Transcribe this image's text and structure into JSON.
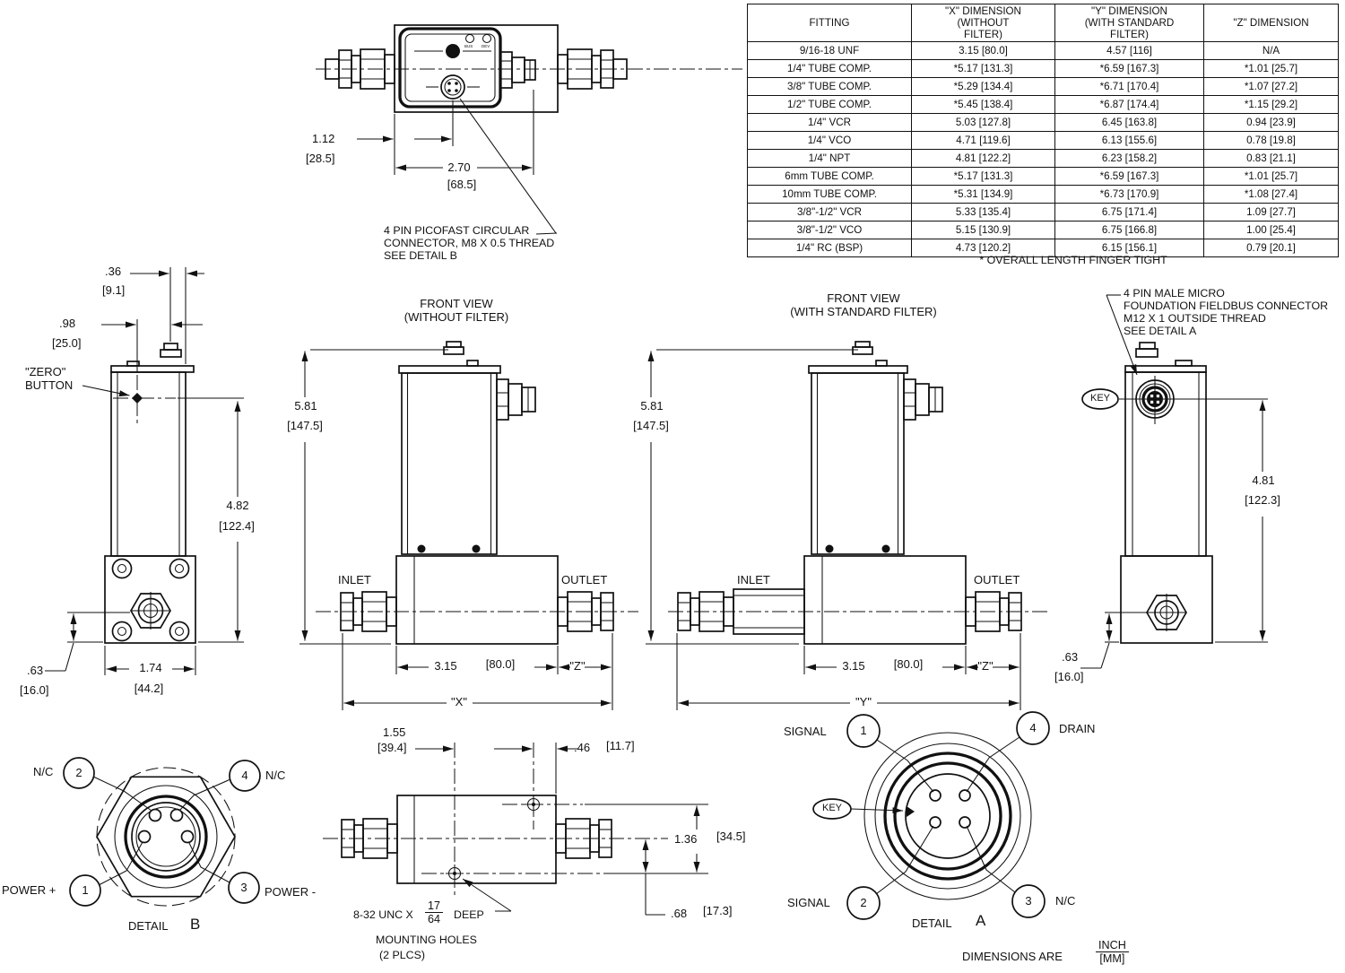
{
  "table": {
    "headers": [
      "FITTING",
      "\"X\" DIMENSION\n(WITHOUT\nFILTER)",
      "\"Y\" DIMENSION\n(WITH STANDARD\nFILTER)",
      "\"Z\" DIMENSION"
    ],
    "rows": [
      [
        "9/16-18 UNF",
        "3.15 [80.0]",
        "4.57 [116]",
        "N/A"
      ],
      [
        "1/4\" TUBE COMP.",
        "*5.17 [131.3]",
        "*6.59 [167.3]",
        "*1.01 [25.7]"
      ],
      [
        "3/8\" TUBE COMP.",
        "*5.29 [134.4]",
        "*6.71 [170.4]",
        "*1.07 [27.2]"
      ],
      [
        "1/2\" TUBE COMP.",
        "*5.45 [138.4]",
        "*6.87 [174.4]",
        "*1.15 [29.2]"
      ],
      [
        "1/4\" VCR",
        "5.03 [127.8]",
        "6.45 [163.8]",
        "0.94 [23.9]"
      ],
      [
        "1/4\" VCO",
        "4.71 [119.6]",
        "6.13 [155.6]",
        "0.78 [19.8]"
      ],
      [
        "1/4\" NPT",
        "4.81 [122.2]",
        "6.23 [158.2]",
        "0.83 [21.1]"
      ],
      [
        "6mm TUBE COMP.",
        "*5.17 [131.3]",
        "*6.59 [167.3]",
        "*1.01 [25.7]"
      ],
      [
        "10mm TUBE COMP.",
        "*5.31 [134.9]",
        "*6.73 [170.9]",
        "*1.08 [27.4]"
      ],
      [
        "3/8\"-1/2\" VCR",
        "5.33 [135.4]",
        "6.75 [171.4]",
        "1.09 [27.7]"
      ],
      [
        "3/8\"-1/2\" VCO",
        "5.15 [130.9]",
        "6.75 [166.8]",
        "1.00 [25.4]"
      ],
      [
        "1/4\" RC (BSP)",
        "4.73 [120.2]",
        "6.15 [156.1]",
        "0.79 [20.1]"
      ]
    ],
    "footnote": "* OVERALL LENGTH FINGER TIGHT"
  },
  "top_view": {
    "dim_body_in": "1.12",
    "dim_body_mm": "[28.5]",
    "dim_overall_in": "2.70",
    "dim_overall_mm": "[68.5]",
    "led_bus": "BUS",
    "led_dev": "DEV",
    "connector_note": "4 PIN PICOFAST CIRCULAR\nCONNECTOR, M8 X 0.5 THREAD\nSEE DETAIL B"
  },
  "left_view": {
    "zero_button_label": "\"ZERO\"\nBUTTON",
    "dim_36_in": ".36",
    "dim_36_mm": "[9.1]",
    "dim_98_in": ".98",
    "dim_98_mm": "[25.0]",
    "dim_height_in": "4.82",
    "dim_height_mm": "[122.4]",
    "dim_63_in": ".63",
    "dim_63_mm": "[16.0]",
    "dim_width_in": "1.74",
    "dim_width_mm": "[44.2]"
  },
  "front_view_1": {
    "title": "FRONT VIEW\n(WITHOUT FILTER)",
    "dim_height_in": "5.81",
    "dim_height_mm": "[147.5]",
    "inlet": "INLET",
    "outlet": "OUTLET",
    "dim_base_in": "3.15",
    "dim_base_mm": "[80.0]",
    "z_label": "\"Z\"",
    "x_label": "\"X\""
  },
  "front_view_2": {
    "title": "FRONT VIEW\n(WITH STANDARD FILTER)",
    "dim_height_in": "5.81",
    "dim_height_mm": "[147.5]",
    "inlet": "INLET",
    "outlet": "OUTLET",
    "dim_base_in": "3.15",
    "dim_base_mm": "[80.0]",
    "z_label": "\"Z\"",
    "y_label": "\"Y\""
  },
  "right_view": {
    "connector_note": "4 PIN MALE MICRO\nFOUNDATION FIELDBUS CONNECTOR\nM12 X 1 OUTSIDE THREAD\nSEE DETAIL A",
    "key_label": "KEY",
    "dim_height_in": "4.81",
    "dim_height_mm": "[122.3]",
    "dim_63_in": ".63",
    "dim_63_mm": "[16.0]"
  },
  "bottom_view": {
    "dim_155_in": "1.55",
    "dim_155_mm": "[39.4]",
    "dim_46_in": ".46",
    "dim_46_mm": "[11.7]",
    "dim_136_in": "1.36",
    "dim_136_mm": "[34.5]",
    "dim_68_in": ".68",
    "dim_68_mm": "[17.3]",
    "note_prefix": "8-32 UNC X",
    "frac_num": "17",
    "frac_den": "64",
    "note_suffix": "DEEP",
    "note_line2": "MOUNTING HOLES",
    "note_line3": "(2 PLCS)"
  },
  "detail_b": {
    "pin2_label": "N/C",
    "pin4_label": "N/C",
    "pin1_label": "POWER +",
    "pin3_label": "POWER -",
    "pin1": "1",
    "pin2": "2",
    "pin3": "3",
    "pin4": "4",
    "detail_label": "DETAIL",
    "detail_letter": "B"
  },
  "detail_a": {
    "pin1_label": "SIGNAL",
    "pin4_label": "DRAIN",
    "pin2_label": "SIGNAL",
    "pin3_label": "N/C",
    "pin1": "1",
    "pin2": "2",
    "pin3": "3",
    "pin4": "4",
    "key_label": "KEY",
    "detail_label": "DETAIL",
    "detail_letter": "A"
  },
  "footer": {
    "dimensions_are": "DIMENSIONS ARE",
    "inch": "INCH",
    "mm": "[MM]"
  },
  "colors": {
    "ink": "#111111",
    "paper": "#ffffff"
  }
}
